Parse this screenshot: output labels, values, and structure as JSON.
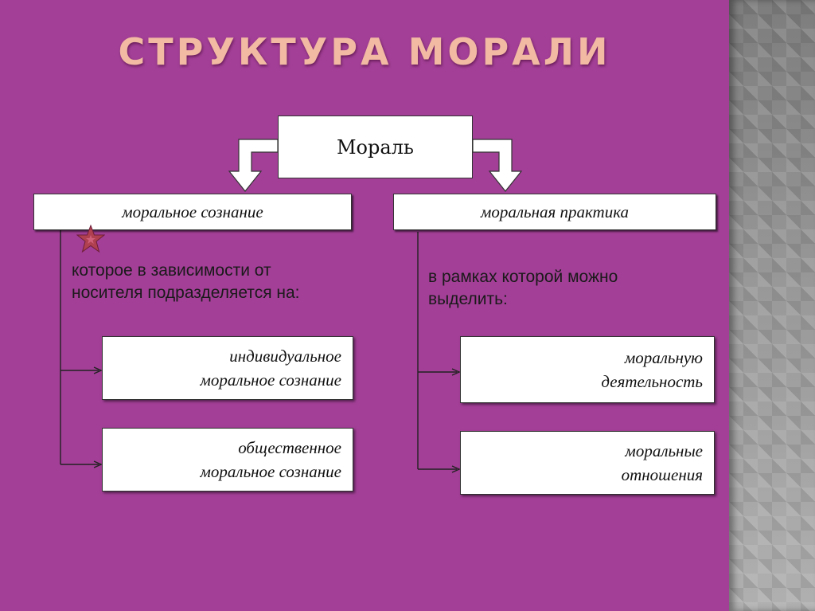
{
  "title": "СТРУКТУРА МОРАЛИ",
  "root": {
    "label": "Мораль"
  },
  "left": {
    "label": "моральное  сознание",
    "note": [
      "которое в зависимости от",
      "носителя подразделяется на:"
    ],
    "children": [
      {
        "line1": "индивидуальное",
        "line2": "моральное  сознание"
      },
      {
        "line1": "общественное",
        "line2": "моральное  сознание"
      }
    ]
  },
  "right": {
    "label": "моральная практика",
    "note": [
      "в рамках которой можно",
      "выделить:"
    ],
    "children": [
      {
        "line1": "моральную",
        "line2": "деятельность"
      },
      {
        "line1": "моральные",
        "line2": "отношения"
      }
    ]
  },
  "colors": {
    "background": "#a33f97",
    "title": "#f2b9a3",
    "star": "#b0404f"
  },
  "icons": {
    "star": "star-icon"
  }
}
